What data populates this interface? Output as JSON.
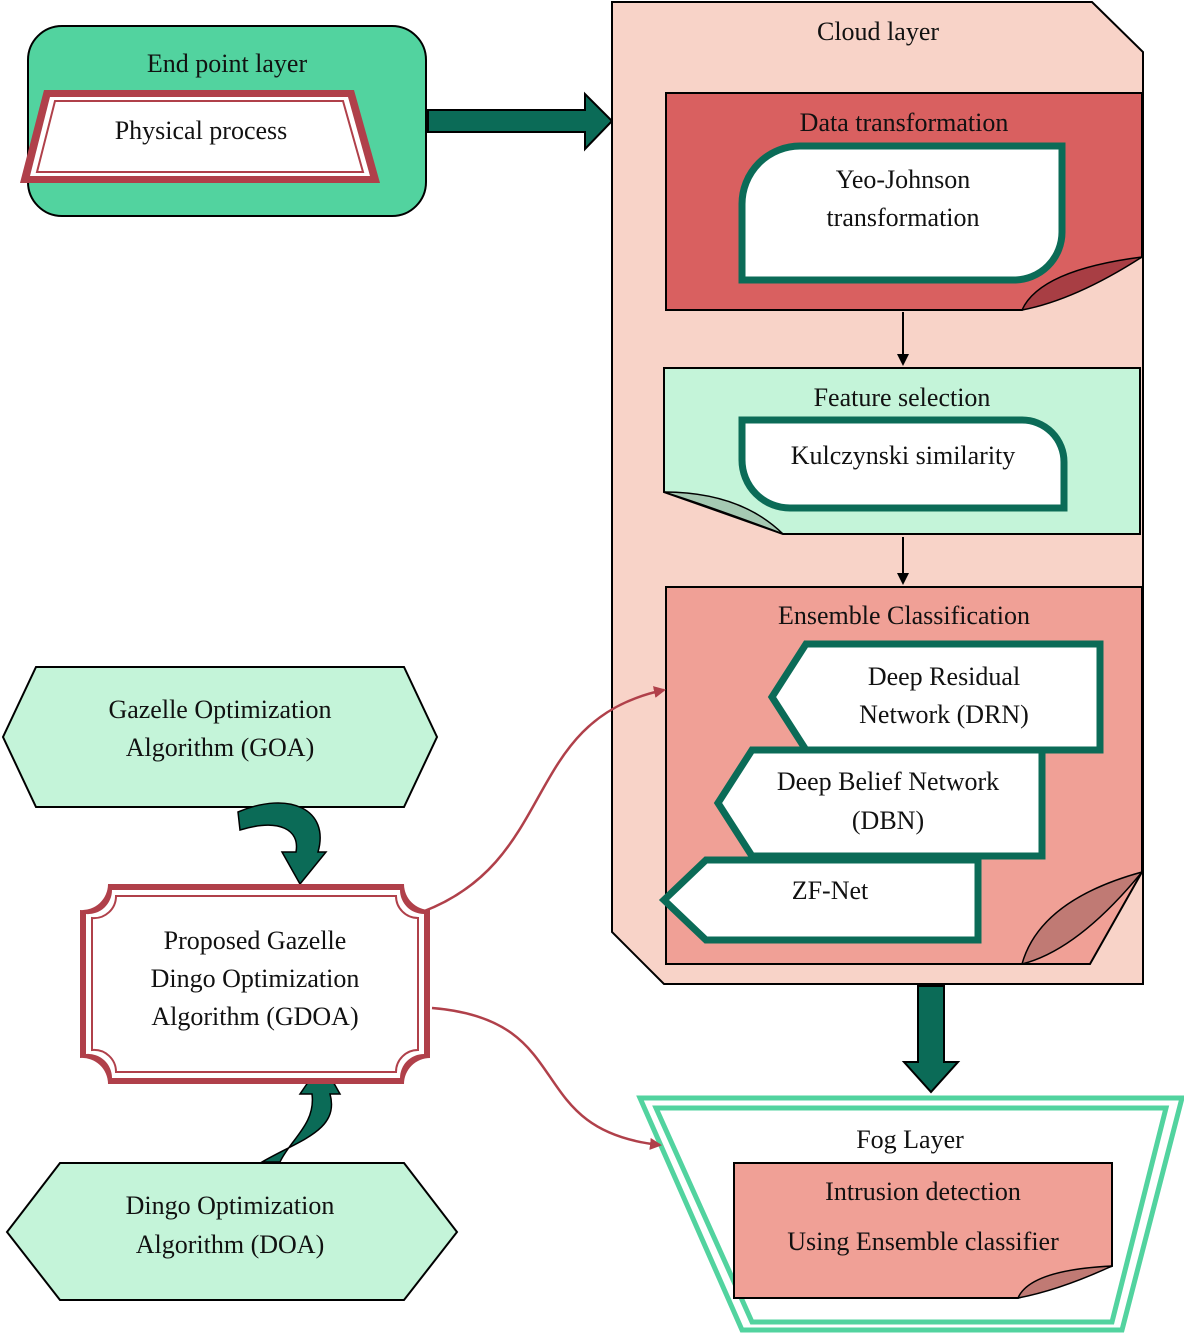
{
  "end_point": {
    "title": "End point layer",
    "process": "Physical process"
  },
  "cloud": {
    "title": "Cloud layer",
    "data_transformation": {
      "title": "Data transformation",
      "method_line1": "Yeo-Johnson",
      "method_line2": "transformation"
    },
    "feature_selection": {
      "title": "Feature selection",
      "method": "Kulczynski similarity"
    },
    "ensemble": {
      "title": "Ensemble Classification",
      "drn_line1": "Deep Residual",
      "drn_line2": "Network (DRN)",
      "dbn_line1": "Deep Belief Network",
      "dbn_line2": "(DBN)",
      "zfnet": "ZF-Net"
    }
  },
  "optimizers": {
    "goa_line1": "Gazelle Optimization",
    "goa_line2": "Algorithm (GOA)",
    "gdoa_line1": "Proposed Gazelle",
    "gdoa_line2": "Dingo Optimization",
    "gdoa_line3": "Algorithm (GDOA)",
    "doa_line1": "Dingo Optimization",
    "doa_line2": "Algorithm (DOA)"
  },
  "fog": {
    "title": "Fog Layer",
    "line1": "Intrusion detection",
    "line2": "Using Ensemble classifier"
  },
  "colors": {
    "dark_green": "#0b6b57",
    "mint": "#c4f4d9",
    "green_box": "#52d39f",
    "cloud_bg": "#f8d3c8",
    "red_box": "#d96060",
    "salmon": "#f0a096",
    "maroon": "#b0404a"
  }
}
